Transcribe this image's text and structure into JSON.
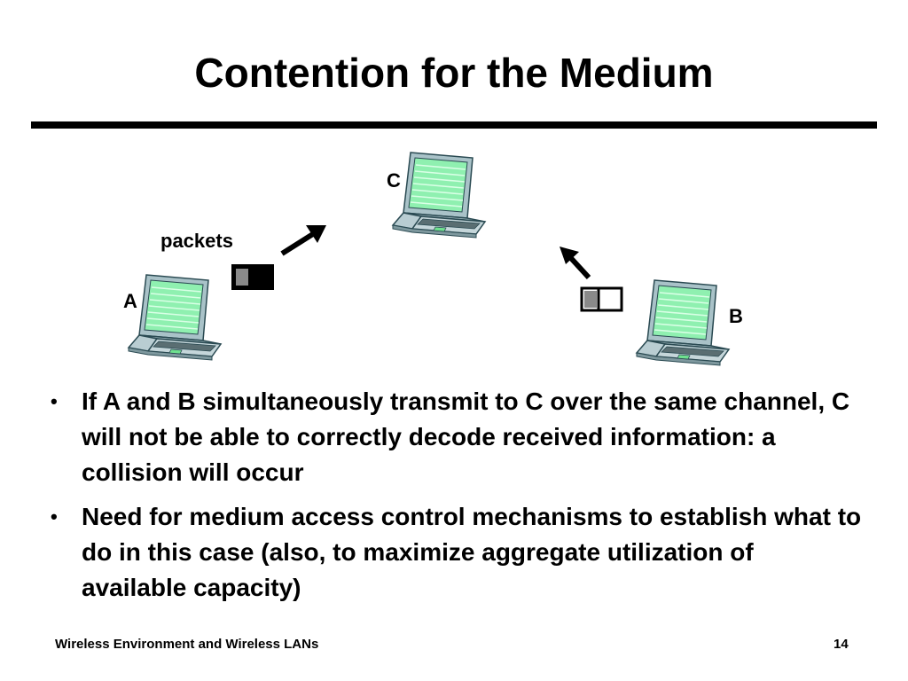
{
  "slide": {
    "title": "Contention for the Medium",
    "diagram": {
      "label_c": "C",
      "label_a": "A",
      "label_b": "B",
      "label_packets": "packets"
    },
    "bullets": [
      "If A and B simultaneously transmit to C over the same channel, C will not be able to correctly decode received information: a collision will occur",
      "Need for medium access control mechanisms to establish what to do in this case (also, to maximize aggregate utilization of available capacity)"
    ],
    "bullet_symbol": "•",
    "footer_left": "Wireless Environment and Wireless LANs",
    "page_number": "14"
  }
}
